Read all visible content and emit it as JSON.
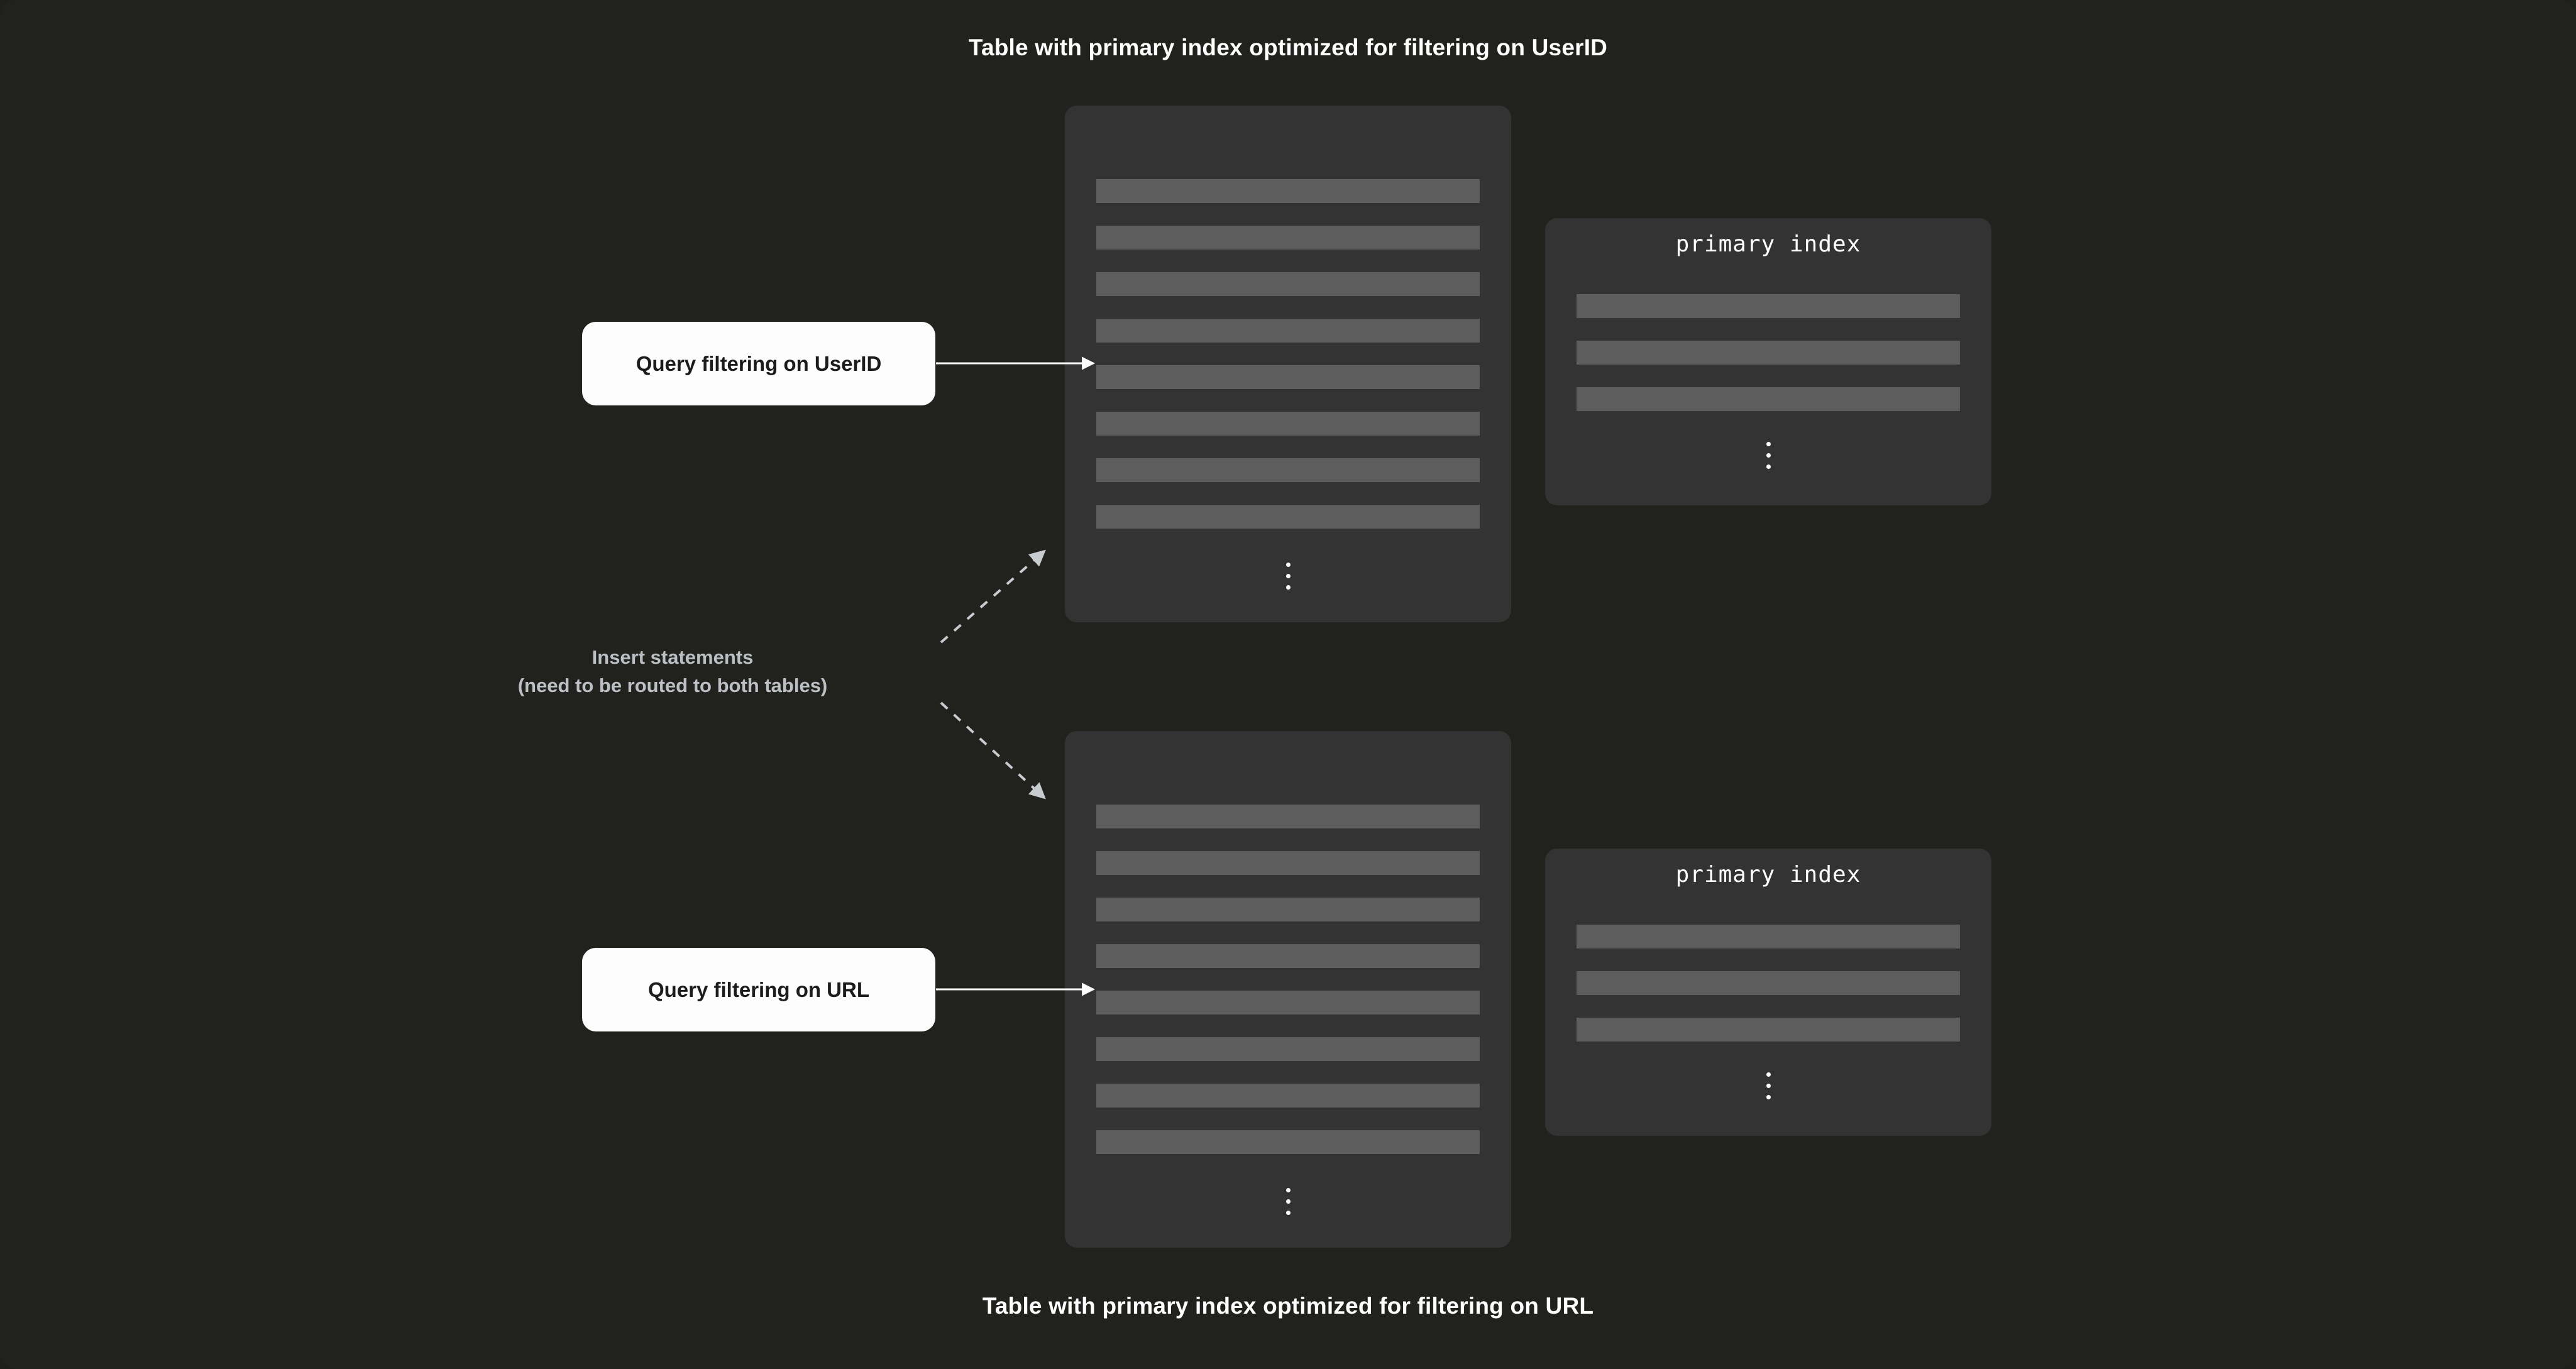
{
  "page": {
    "background_color": "#21211e",
    "caption_top": "Table with primary index optimized for filtering on UserID",
    "caption_bottom": "Table with primary index optimized for filtering on URL"
  },
  "colors": {
    "card_bg": "#333333",
    "row_fill": "#5d5d5d",
    "query_box_bg": "#fdfdfd",
    "query_box_text": "#1c1c1c",
    "solid_arrow": "#ffffff",
    "dashed_arrow": "#c8ccd0",
    "caption_text": "#ffffff",
    "insert_label_text": "#bcc0c4"
  },
  "tables": [
    {
      "title": "table 1",
      "row_count": 8,
      "ellipsis": "vertical-ellipsis",
      "index": {
        "title": "primary index",
        "row_count": 3,
        "ellipsis": "vertical-ellipsis"
      }
    },
    {
      "title": "table 2",
      "row_count": 8,
      "ellipsis": "vertical-ellipsis",
      "index": {
        "title": "primary index",
        "row_count": 3,
        "ellipsis": "vertical-ellipsis"
      }
    }
  ],
  "queries": [
    {
      "label": "Query filtering on UserID",
      "target": "table 1"
    },
    {
      "label": "Query filtering on URL",
      "target": "table 2"
    }
  ],
  "insert_label": {
    "line1": "Insert statements",
    "line2": "(need to be routed to both tables)"
  },
  "connectors": [
    {
      "name": "query-userid-to-table-1",
      "style": "solid",
      "arrowhead": "triangle"
    },
    {
      "name": "query-url-to-table-2",
      "style": "solid",
      "arrowhead": "triangle"
    },
    {
      "name": "insert-to-table-1",
      "style": "dashed",
      "arrowhead": "triangle"
    },
    {
      "name": "insert-to-table-2",
      "style": "dashed",
      "arrowhead": "triangle"
    }
  ]
}
